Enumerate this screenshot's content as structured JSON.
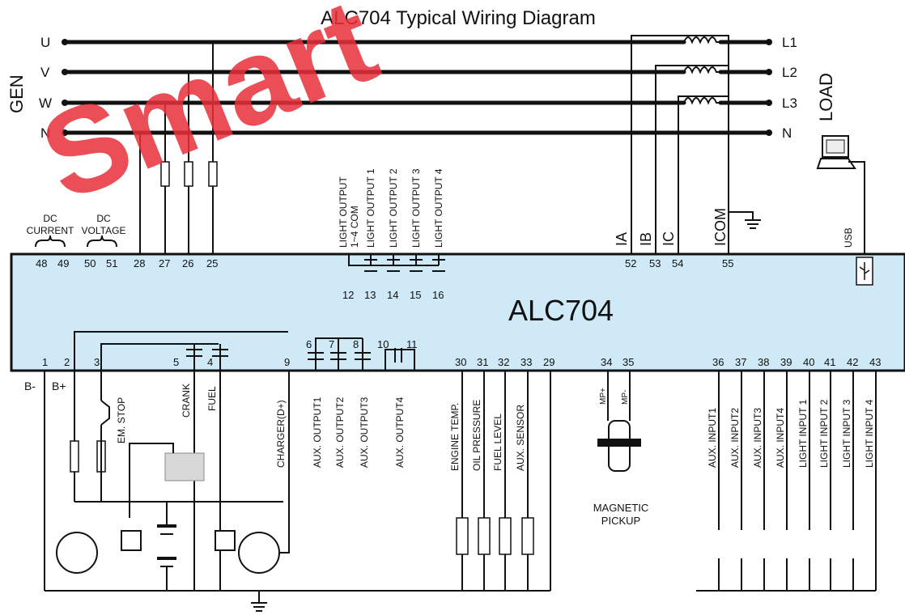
{
  "title": "ALC704 Typical Wiring Diagram",
  "watermark": "Smart",
  "controller_label": "ALC704",
  "colors": {
    "panel": "#cfe9f7",
    "watermark": "#e8303a",
    "line": "#111111"
  },
  "gen": {
    "label": "GEN",
    "phases": [
      "U",
      "V",
      "W",
      "N"
    ]
  },
  "load": {
    "label": "LOAD",
    "phases": [
      "L1",
      "L2",
      "L3",
      "N"
    ]
  },
  "top_labels": {
    "dc_current_1": "DC",
    "dc_current_2": "CURRENT",
    "dc_voltage_1": "DC",
    "dc_voltage_2": "VOLTAGE",
    "light_com_1": "LIGHT OUTPUT",
    "light_com_2": "1~4 COM",
    "light_out_1": "LIGHT OUTPUT 1",
    "light_out_2": "LIGHT OUTPUT 2",
    "light_out_3": "LIGHT OUTPUT 3",
    "light_out_4": "LIGHT OUTPUT 4",
    "ia": "IA",
    "ib": "IB",
    "ic": "IC",
    "icom": "ICOM",
    "usb": "USB"
  },
  "top_terminals": [
    "48",
    "49",
    "50",
    "51",
    "28",
    "27",
    "26",
    "25",
    "12",
    "13",
    "14",
    "15",
    "16",
    "52",
    "53",
    "54",
    "55"
  ],
  "top_terminal_keys": [
    "t48",
    "t49",
    "t50",
    "t51",
    "t28",
    "t27",
    "t26",
    "t25",
    "t12",
    "t13",
    "t14",
    "t15",
    "t16",
    "t52",
    "t53",
    "t54",
    "t55"
  ],
  "bottom_terminals": [
    "1",
    "2",
    "3",
    "5",
    "4",
    "9",
    "6",
    "7",
    "8",
    "10",
    "11",
    "30",
    "31",
    "32",
    "33",
    "29",
    "34",
    "35",
    "36",
    "37",
    "38",
    "39",
    "40",
    "41",
    "42",
    "43"
  ],
  "bottom_labels": {
    "b_minus": "B-",
    "b_plus": "B+",
    "em_stop": "EM. STOP",
    "crank": "CRANK",
    "fuel": "FUEL",
    "charger": "CHARGER(D+)",
    "aux_out_1": "AUX. OUTPUT1",
    "aux_out_2": "AUX. OUTPUT2",
    "aux_out_3": "AUX. OUTPUT3",
    "aux_out_4": "AUX. OUTPUT4",
    "engine_temp": "ENGINE TEMP.",
    "oil_pressure": "OIL PRESSURE",
    "fuel_level": "FUEL LEVEL",
    "aux_sensor": "AUX. SENSOR",
    "mp_plus": "MP+",
    "mp_minus": "MP-",
    "magnetic_1": "MAGNETIC",
    "magnetic_2": "PICKUP",
    "aux_in_1": "AUX. INPUT1",
    "aux_in_2": "AUX. INPUT2",
    "aux_in_3": "AUX. INPUT3",
    "aux_in_4": "AUX. INPUT4",
    "light_in_1": "LIGHT INPUT 1",
    "light_in_2": "LIGHT INPUT 2",
    "light_in_3": "LIGHT INPUT 3",
    "light_in_4": "LIGHT INPUT 4"
  }
}
